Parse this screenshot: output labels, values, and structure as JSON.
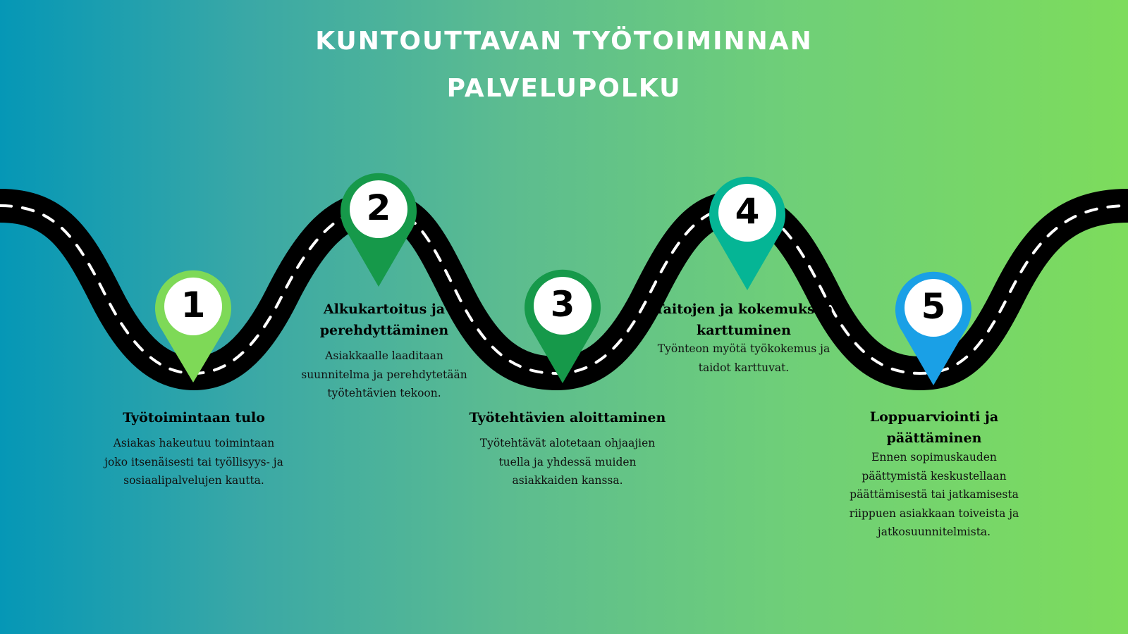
{
  "title": {
    "line1": "KUNTOUTTAVAN TYÖTOIMINNAN",
    "line2": "PALVELUPOLKU"
  },
  "colors": {
    "road": "#000000",
    "dash": "#ffffff",
    "pin1": "#7ed957",
    "pin2": "#16994a",
    "pin3": "#16994a",
    "pin4": "#05b595",
    "pin5": "#1aa0e6"
  },
  "steps": [
    {
      "number": "1",
      "heading": "Työtoimintaan tulo",
      "lines": [
        "Asiakas hakeutuu toimintaan",
        "joko itsenäisesti tai työllisyys- ja",
        "sosiaalipalvelujen kautta."
      ]
    },
    {
      "number": "2",
      "heading1": "Alkukartoitus ja",
      "heading2": "perehdyttäminen",
      "lines": [
        "Asiakkaalle laaditaan",
        "suunnitelma ja perehdytetään",
        "työtehtävien tekoon."
      ]
    },
    {
      "number": "3",
      "heading": "Työtehtävien aloittaminen",
      "lines": [
        "Työtehtävät alotetaan ohjaajien",
        "tuella ja yhdessä muiden",
        "asiakkaiden kanssa."
      ]
    },
    {
      "number": "4",
      "heading1": "Taitojen ja kokemuksen",
      "heading2": "karttuminen",
      "lines": [
        "Työnteon myötä työkokemus ja",
        "taidot karttuvat."
      ]
    },
    {
      "number": "5",
      "heading1": "Loppuarviointi ja",
      "heading2": "päättäminen",
      "lines": [
        "Ennen sopimuskauden",
        "päättymistä keskustellaan",
        "päättämisestä tai jatkamisesta",
        "riippuen asiakkaan toiveista ja",
        "jatkosuunnitelmista."
      ]
    }
  ]
}
